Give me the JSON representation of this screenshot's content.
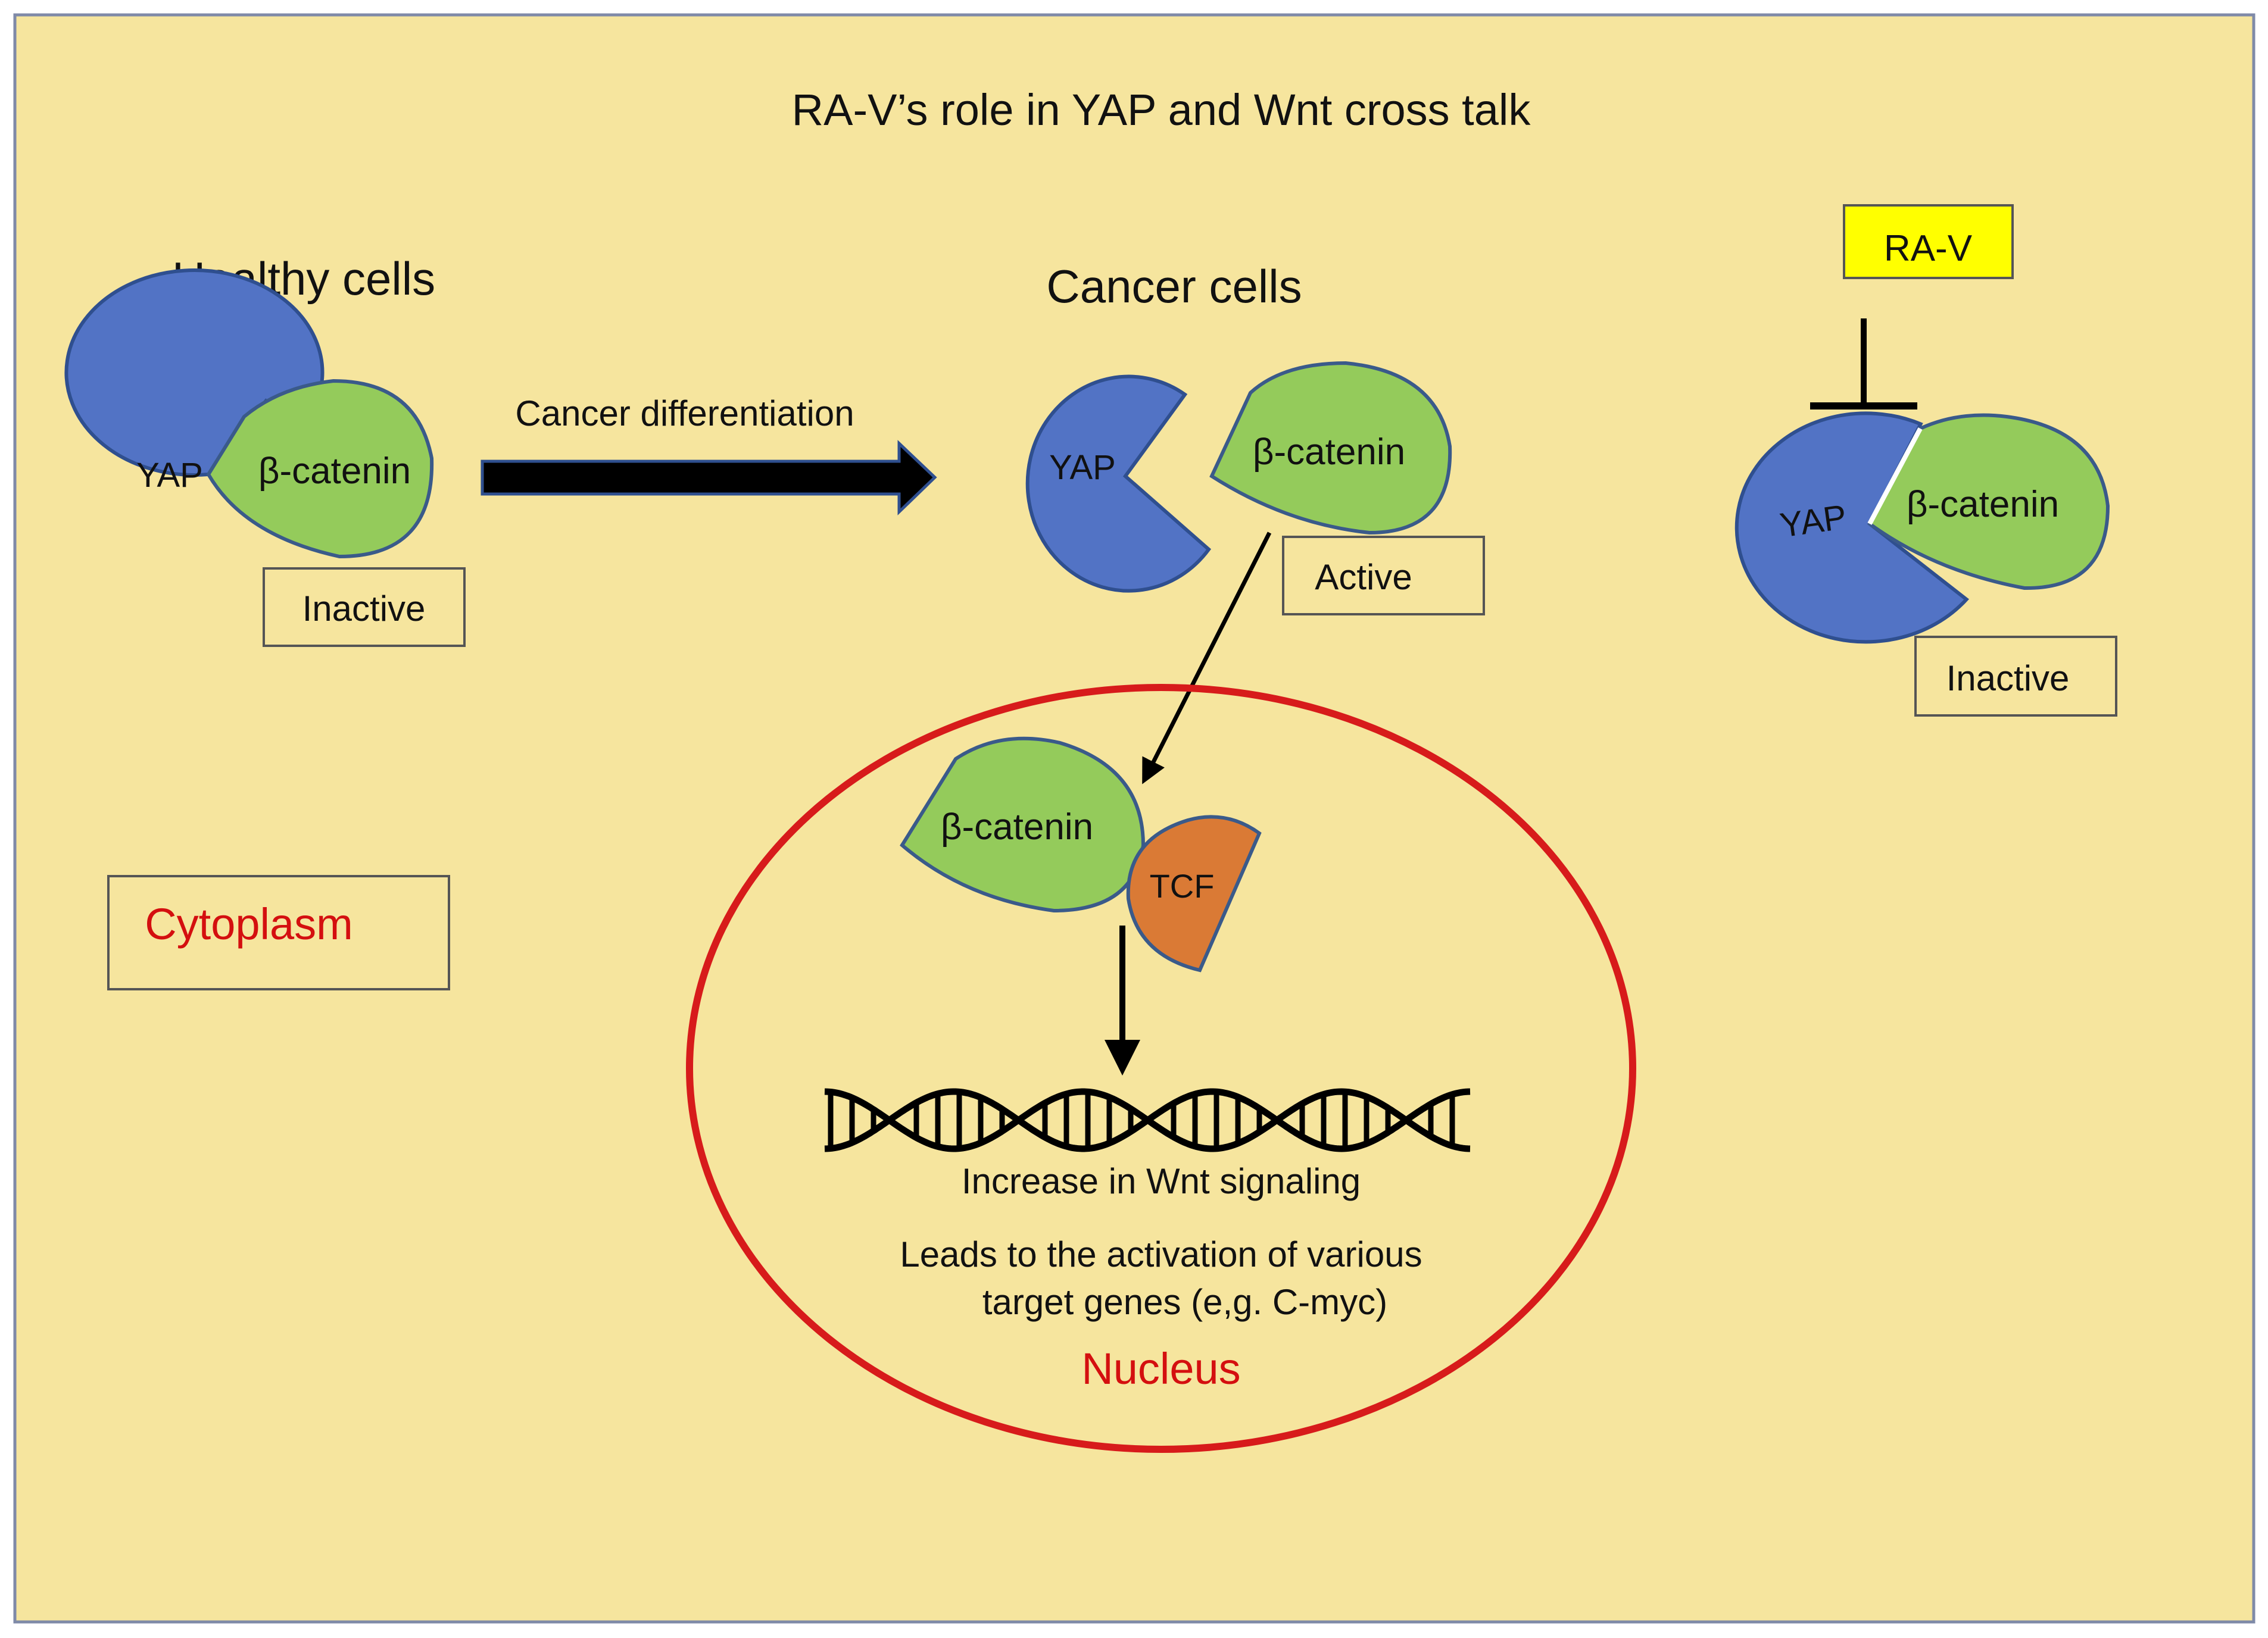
{
  "title": "RA-V’s role in YAP and Wnt cross talk",
  "healthy": {
    "heading": "Healthy cells",
    "yap": "YAP",
    "beta_catenin": "β-catenin",
    "state": "Inactive"
  },
  "transition": {
    "label": "Cancer differentiation"
  },
  "cancer": {
    "heading": "Cancer cells",
    "yap": "YAP",
    "beta_catenin": "β-catenin",
    "state": "Active"
  },
  "treated": {
    "drug": "RA-V",
    "yap": "YAP",
    "beta_catenin": "β-catenin",
    "state": "Inactive"
  },
  "cytoplasm_label": "Cytoplasm",
  "nucleus": {
    "beta_catenin": "β-catenin",
    "tcf": "TCF",
    "signal_text": "Increase in Wnt signaling",
    "outcome_line1": "Leads to the activation of various",
    "outcome_line2": "target genes (e,g. C-myc)",
    "label": "Nucleus"
  },
  "colors": {
    "background": "#f6e59e",
    "yap_blue": "#5273c5",
    "beta_catenin_green": "#94cb5b",
    "tcf_orange": "#da7a35",
    "nucleus_red": "#d71b1b",
    "ra_v_yellow": "#ffff00",
    "label_red": "#d40f0f"
  }
}
